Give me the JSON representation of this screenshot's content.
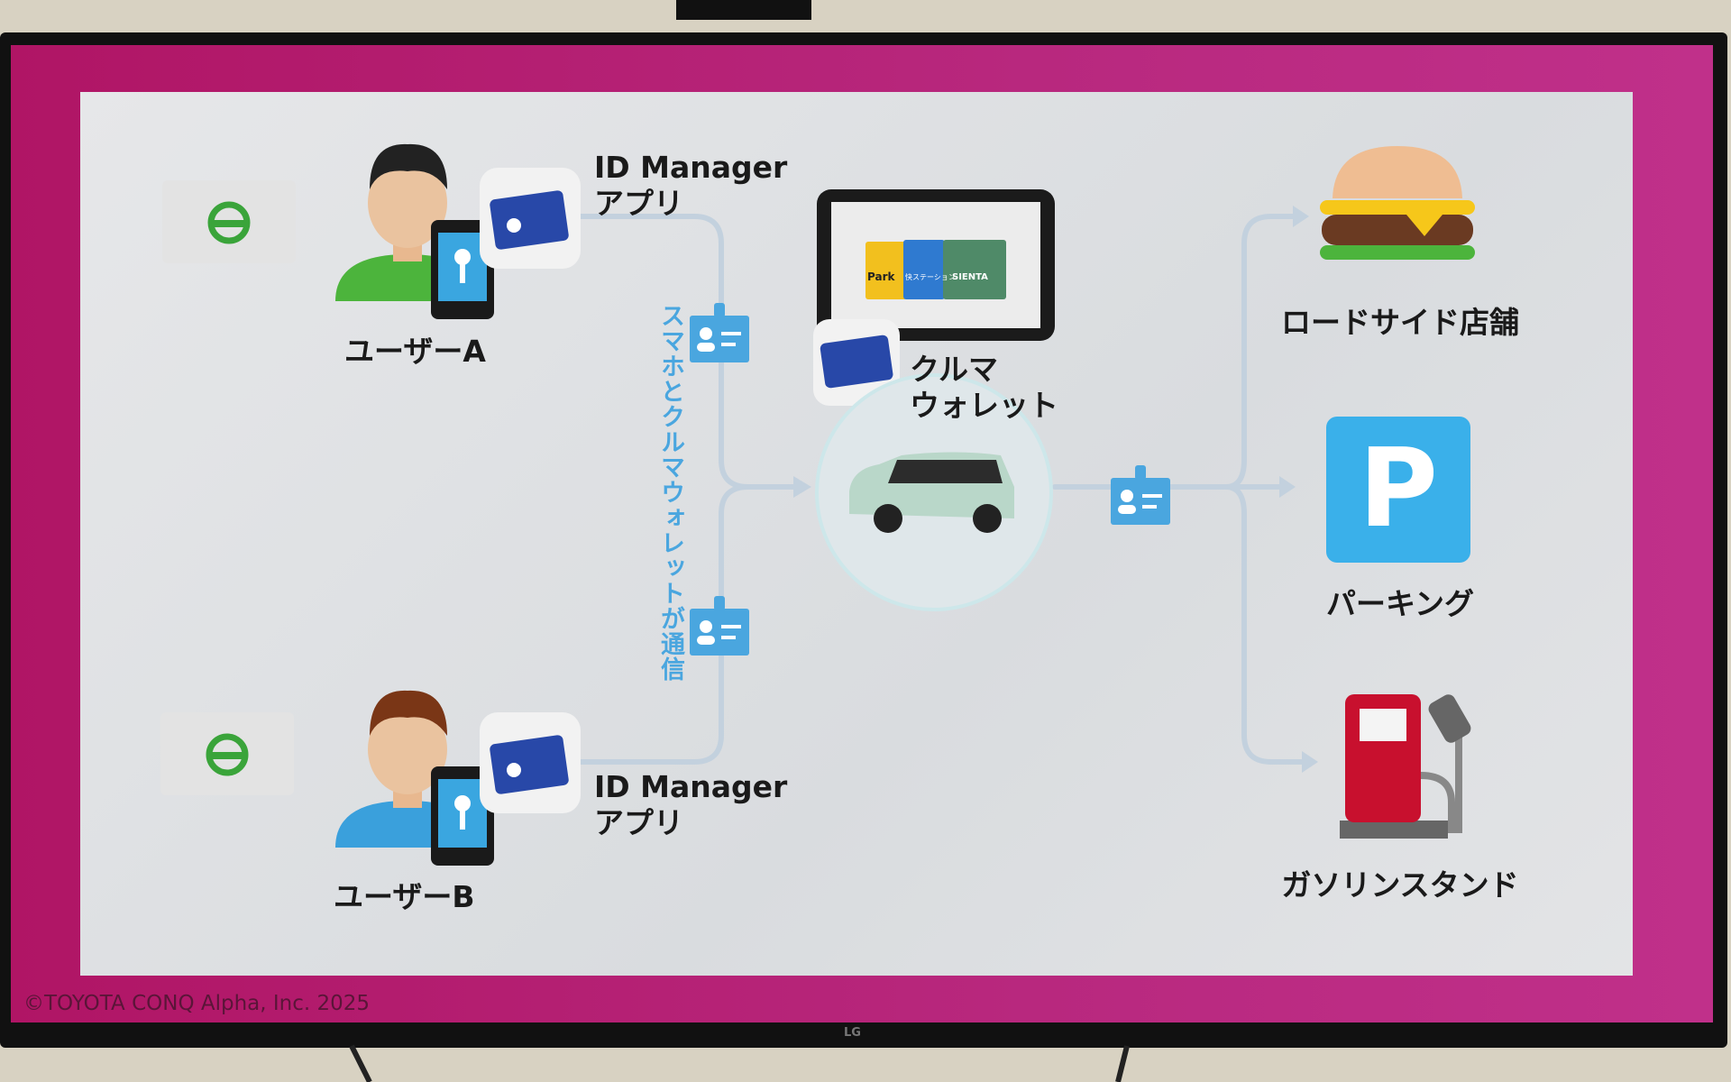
{
  "slide": {
    "user_a": {
      "label": "ユーザーA",
      "app_label_line1": "ID Manager",
      "app_label_line2": "アプリ"
    },
    "user_b": {
      "label": "ユーザーB",
      "app_label_line1": "ID Manager",
      "app_label_line2": "アプリ"
    },
    "communication_label": "スマホとクルマウォレットが通信",
    "car_wallet": {
      "line1": "クルマ",
      "line2": "ウォレット",
      "screen_cards": [
        "Park",
        "快ステーション",
        "SIENTA"
      ]
    },
    "destinations": [
      {
        "label": "ロードサイド店舗",
        "icon": "burger-icon"
      },
      {
        "label": "パーキング",
        "icon": "parking-icon",
        "glyph": "P"
      },
      {
        "label": "ガソリンスタンド",
        "icon": "gas-pump-icon"
      }
    ],
    "copyright": "©TOYOTA CONQ Alpha, Inc. 2025"
  },
  "monitor": {
    "brand": "LG"
  },
  "colors": {
    "frame": "#b8287e",
    "accent": "#4aa6df",
    "line": "#c3d1de",
    "user_a_shirt": "#4cb43c",
    "user_b_shirt": "#3aa0dc"
  }
}
